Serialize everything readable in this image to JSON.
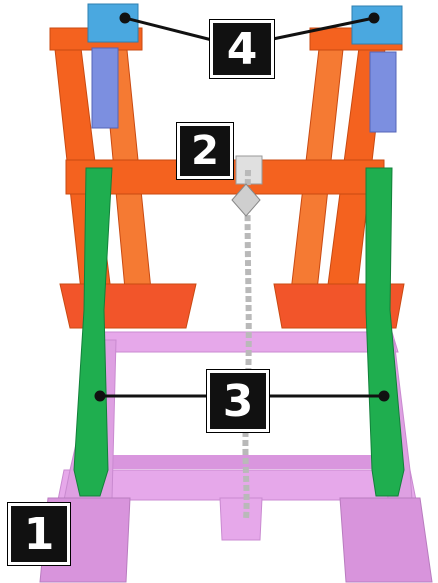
{
  "callouts": {
    "one": "1",
    "two": "2",
    "three": "3",
    "four": "4"
  },
  "colors": {
    "frame_orange": "#f4621f",
    "base_pink": "#e6a8ea",
    "arm_green": "#1fae4f",
    "clamp_blue": "#4aa8e0",
    "chain_silver": "#b9b9b9"
  },
  "icons": {
    "callout_badge": "black-square-number-badge"
  }
}
